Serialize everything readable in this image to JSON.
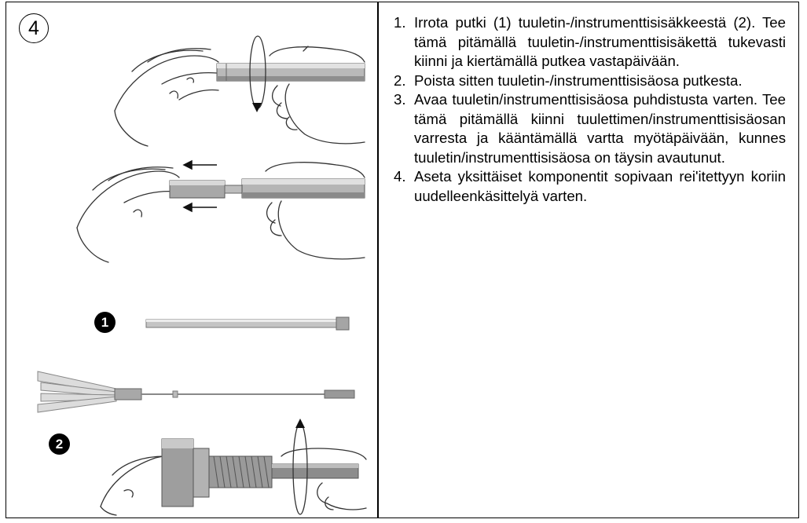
{
  "step_number": "4",
  "callouts": {
    "tube": "1",
    "insert": "2"
  },
  "instructions": [
    {
      "num": "1.",
      "text": "Irrota putki (1) tuuletin-/instrumenttisisäkkeestä (2). Tee tämä pitämällä tuuletin-/instrumenttisisäkettä tukevasti kiinni ja kiertämällä putkea vastapäivään."
    },
    {
      "num": "2.",
      "text": "Poista sitten tuuletin-/instrumenttisisäosa putkesta."
    },
    {
      "num": "3.",
      "text": "Avaa tuuletin/instrumenttisisäosa puhdistusta varten. Tee tämä pitämällä kiinni tuulettimen/instrumenttisisäosan varresta ja kääntämällä vartta myötäpäivään, kunnes tuuletin/instrumenttisisäosa on täysin avautunut."
    },
    {
      "num": "4.",
      "text": "Aseta yksittäiset komponentit sopivaan rei'itettyyn koriin uudelleenkäsittelyä varten."
    }
  ],
  "icons": [
    "rotate-counterclockwise-icon",
    "pull-arrow-icon",
    "rotate-clockwise-icon"
  ]
}
